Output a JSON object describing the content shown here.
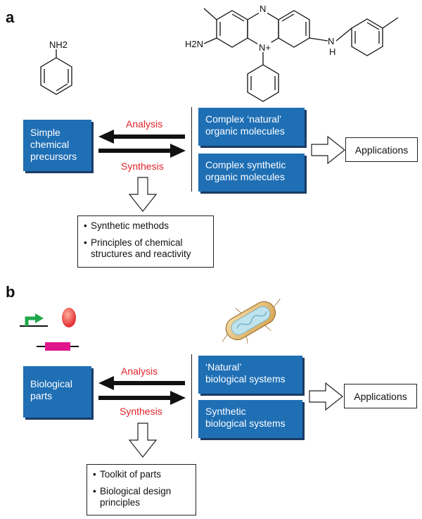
{
  "panel_a": {
    "letter": "a",
    "aniline_label": "NH2",
    "molecule_labels": {
      "h2n": "H2N",
      "n_top": "N",
      "n_plus": "N+",
      "nh_n": "N",
      "nh_h": "H"
    },
    "left_box": "Simple\nchemical\nprecursors",
    "analysis": "Analysis",
    "synthesis": "Synthesis",
    "right_top": "Complex ‘natural’\norganic molecules",
    "right_bottom": "Complex synthetic\norganic molecules",
    "applications": "Applications",
    "list": [
      "Synthetic methods",
      "Principles of chemical structures and reactivity"
    ]
  },
  "panel_b": {
    "letter": "b",
    "left_box": "Biological\nparts",
    "analysis": "Analysis",
    "synthesis": "Synthesis",
    "right_top": "‘Natural’\nbiological systems",
    "right_bottom": "Synthetic\nbiological systems",
    "applications": "Applications",
    "list": [
      "Toolkit of parts",
      "Biological design principles"
    ],
    "part_colors": {
      "promoter": "#1fa84a",
      "protein": "#e2262c",
      "gene": "#e0168c"
    }
  }
}
